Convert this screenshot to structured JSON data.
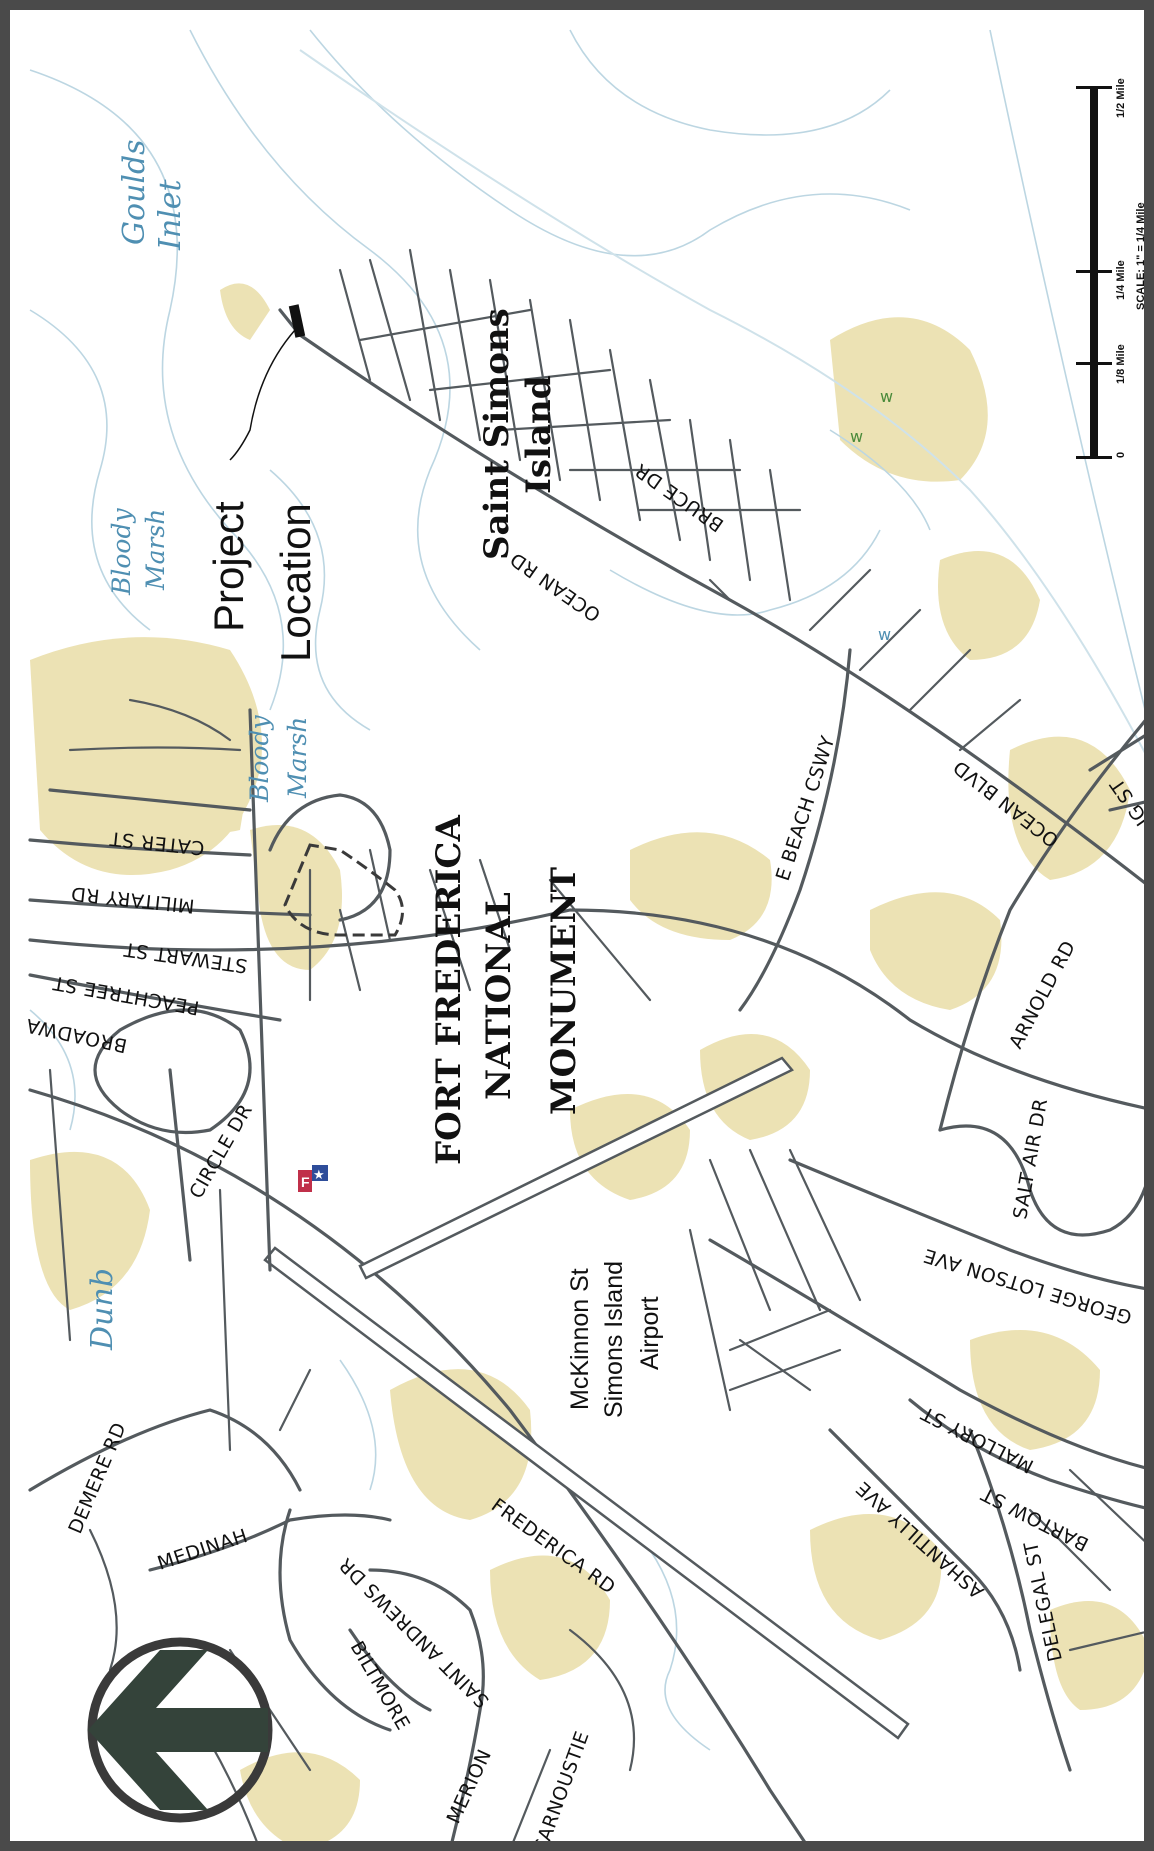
{
  "map": {
    "water_labels": {
      "goulds_inlet_1": "Goulds",
      "goulds_inlet_2": "Inlet",
      "bloody_marsh_a_1": "Bloody",
      "bloody_marsh_a_2": "Marsh",
      "bloody_marsh_b_1": "Bloody",
      "bloody_marsh_b_2": "Marsh",
      "dunbar": "Dunb"
    },
    "place_labels": {
      "project_1": "Project",
      "project_2": "Location",
      "island_1": "Saint Simons",
      "island_2": "Island",
      "monument_1": "FORT FREDERICA",
      "monument_2": "NATIONAL",
      "monument_3": "MONUMENT",
      "airport_1": "McKinnon St",
      "airport_2": "Simons Island",
      "airport_3": "Airport"
    },
    "streets": {
      "ocean_rd": "OCEAN RD",
      "bruce_dr": "BRUCE DR",
      "e_beach_cswy": "E BEACH CSWY",
      "ocean_blvd": "OCEAN BLVD",
      "king_st": "IG ST",
      "cater_st": "CATER ST",
      "military_rd": "MILITARY RD",
      "stewart_st": "STEWART ST",
      "peachtree_st": "PEACHTREE ST",
      "broadway": "BROADWA",
      "circle_dr": "CIRCLE DR",
      "arnold_rd": "ARNOLD RD",
      "salt_air_dr": "SALT AIR DR",
      "george_lotson_ave": "GEORGE LOTSON AVE",
      "mallory_st": "MALLORY ST",
      "bartow_st": "BARTOW ST",
      "ashantilly_ave": "ASHANTILLY AVE",
      "delegal_st": "DELEGAL ST",
      "demere_rd": "DEMERE RD",
      "medinah": "MEDINAH",
      "saint_andrews_dr": "SAINT ANDREWS DR",
      "frederica_rd": "FREDERICA RD",
      "biltmore": "BILTMORE",
      "merion": "MERION",
      "carnoustie": "CARNOUSTIE"
    },
    "scale": {
      "tick_0": "0",
      "tick_1": "1/8 Mile",
      "tick_2": "1/4 Mile",
      "tick_3": "1/2 Mile",
      "note": "SCALE: 1\" = 1/4 Mile"
    },
    "symbols": {
      "north_arrow": "north-arrow-icon",
      "park_marker": "fort-frederica-marker-icon",
      "marsh": "marsh-grass-icon"
    },
    "colors": {
      "land_vegetation": "#ece2b4",
      "water_text": "#4f8fb2",
      "roads": "#545a5e",
      "frame": "#4a4a4a"
    }
  }
}
